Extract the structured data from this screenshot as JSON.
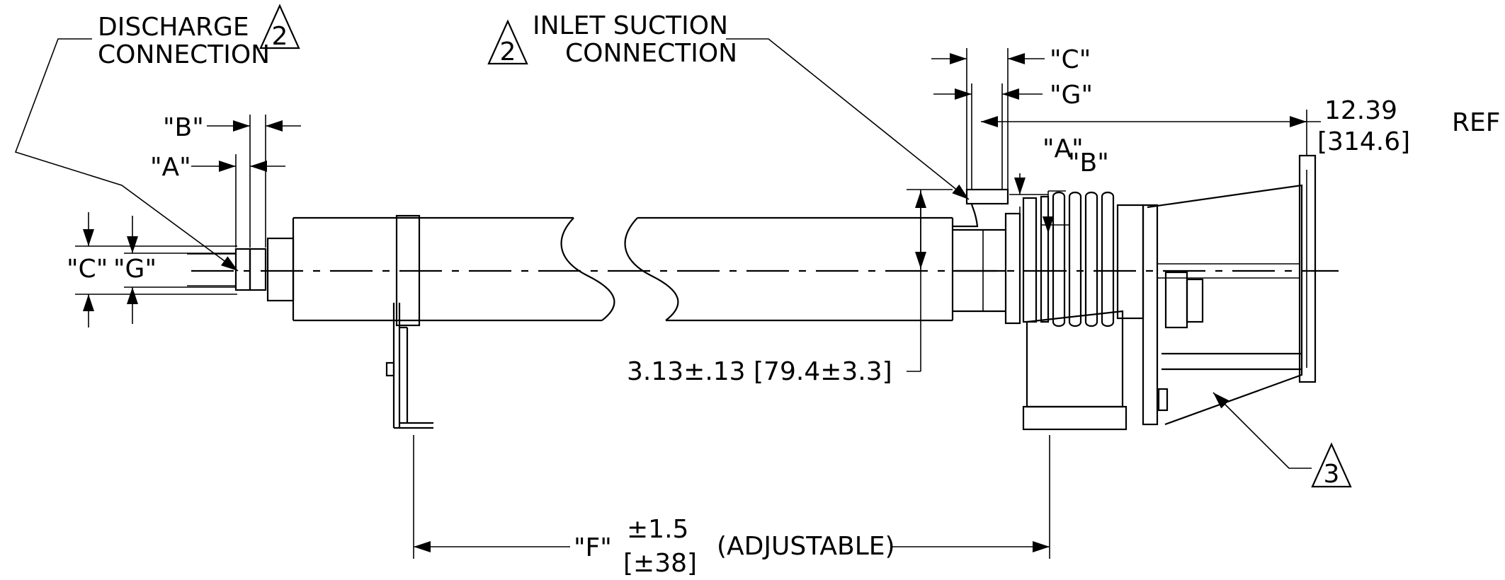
{
  "callouts": {
    "discharge_line1": "DISCHARGE",
    "discharge_line2": "CONNECTION",
    "inlet_line1": "INLET SUCTION",
    "inlet_line2": "CONNECTION",
    "note_2a": "2",
    "note_2b": "2",
    "note_3": "3"
  },
  "dims": {
    "b_left": "\"B\"",
    "a_left": "\"A\"",
    "c_left": "\"C\"",
    "g_left": "\"G\"",
    "c_right": "\"C\"",
    "g_right": "\"G\"",
    "a_right": "\"A\"",
    "b_right": "\"B\"",
    "ref_in": "12.39",
    "ref_mm": "[314.6]",
    "ref_word": "REF",
    "dia": "3.13±.13 [79.4±3.3]",
    "f_label": "\"F\"",
    "f_tol_in": "±1.5",
    "f_tol_mm": "[±38]",
    "adjustable": "(ADJUSTABLE)"
  }
}
